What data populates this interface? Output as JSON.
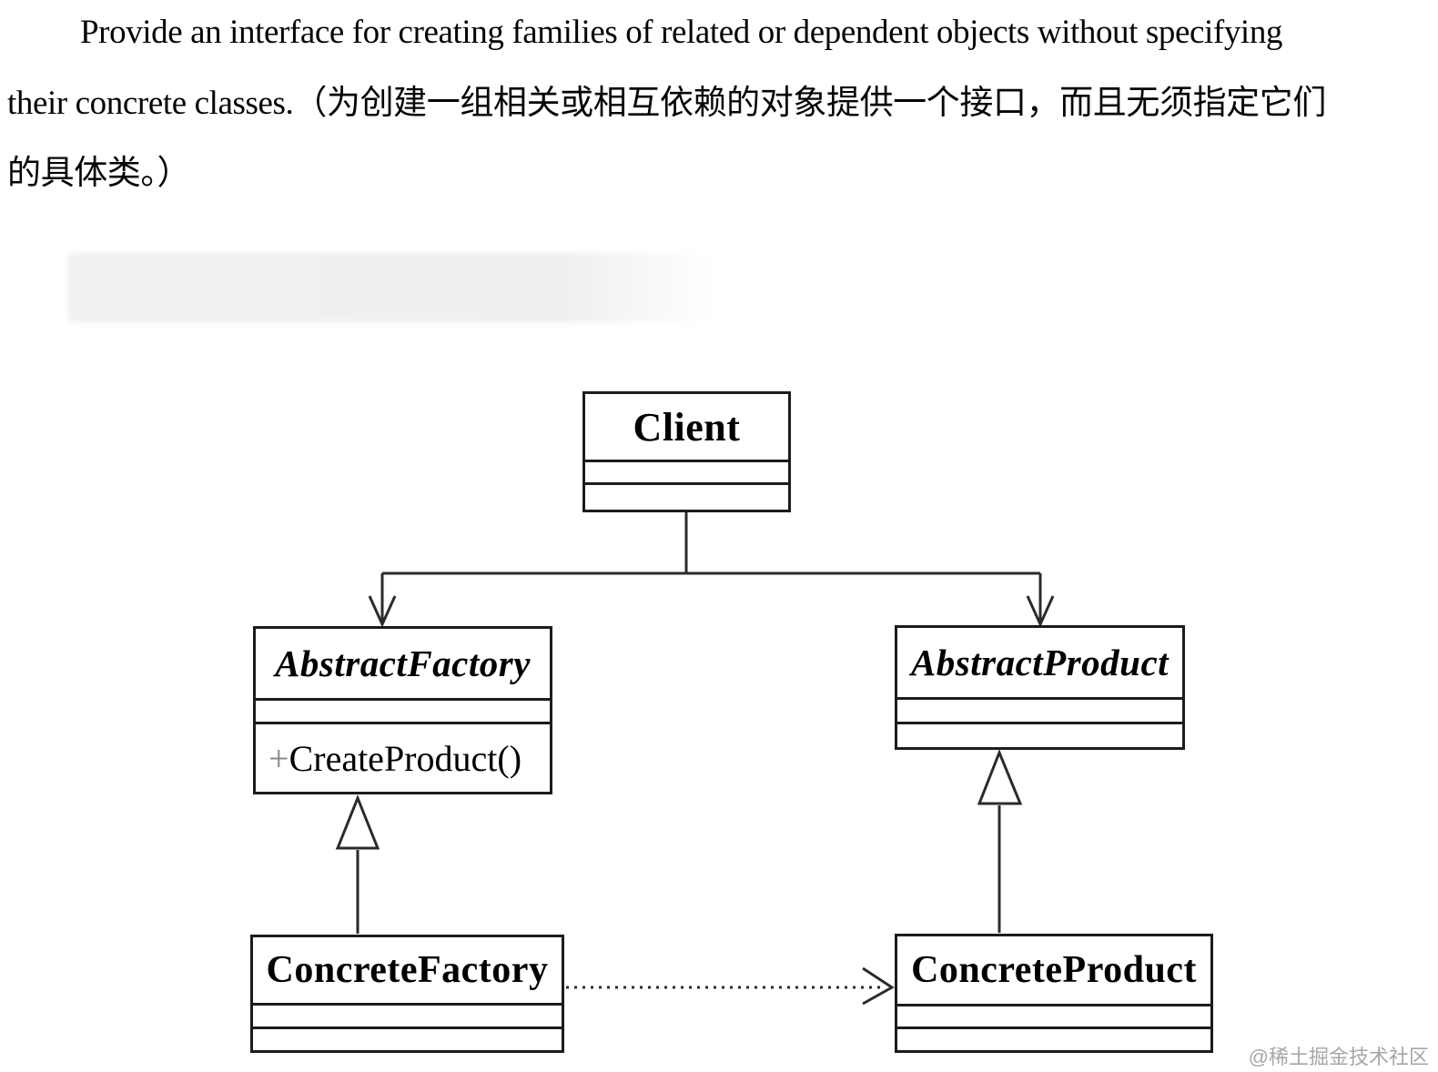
{
  "intro": {
    "line1": "Provide an interface for creating families of related or dependent objects without specifying",
    "line2": "their concrete classes.（为创建一组相关或相互依赖的对象提供一个接口，而且无须指定它们",
    "line3": "的具体类。）"
  },
  "diagram": {
    "client": {
      "name": "Client"
    },
    "abstract_factory": {
      "name": "AbstractFactory",
      "method_visibility": "+",
      "method_name": "CreateProduct()"
    },
    "abstract_product": {
      "name": "AbstractProduct"
    },
    "concrete_factory": {
      "name": "ConcreteFactory"
    },
    "concrete_product": {
      "name": "ConcreteProduct"
    },
    "relations": [
      {
        "from": "Client",
        "to": "AbstractFactory",
        "type": "directed-association"
      },
      {
        "from": "Client",
        "to": "AbstractProduct",
        "type": "directed-association"
      },
      {
        "from": "ConcreteFactory",
        "to": "AbstractFactory",
        "type": "generalization"
      },
      {
        "from": "ConcreteProduct",
        "to": "AbstractProduct",
        "type": "generalization"
      },
      {
        "from": "ConcreteFactory",
        "to": "ConcreteProduct",
        "type": "dependency-dashed"
      }
    ]
  },
  "watermark": {
    "text": "@稀土掘金技术社区"
  },
  "colors": {
    "background": "#ffffff",
    "text": "#050505",
    "line": "#2b2b2b",
    "box_border": "#1c1c1c",
    "method_plus": "#8a8a8a",
    "blur_box": "#f0f0f1",
    "watermark": "#a6a6ab"
  }
}
